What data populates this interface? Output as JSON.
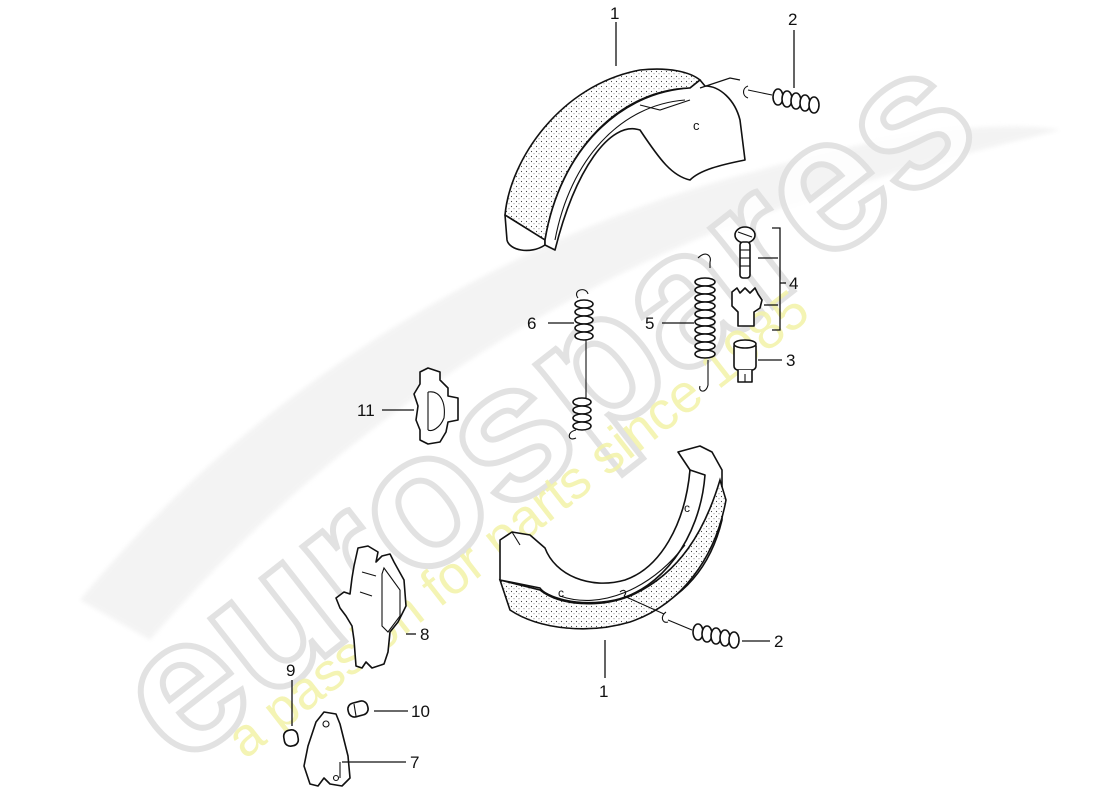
{
  "diagram": {
    "title": "Parking brake shoes exploded parts diagram",
    "watermark": {
      "brand": "eurospares",
      "tagline": "a passion for parts since 1985",
      "brand_color": "#e6e6e6",
      "tagline_color": "#f4f4b0"
    },
    "callouts": [
      {
        "id": "c1-top",
        "label": "1",
        "part": "brake shoe (upper)"
      },
      {
        "id": "c2-top",
        "label": "2",
        "part": "hold-down spring (upper)"
      },
      {
        "id": "c3",
        "label": "3",
        "part": "adjuster sleeve"
      },
      {
        "id": "c4",
        "label": "4",
        "part": "adjuster screw and star wheel"
      },
      {
        "id": "c5",
        "label": "5",
        "part": "return spring"
      },
      {
        "id": "c6",
        "label": "6",
        "part": "return spring (long)"
      },
      {
        "id": "c7",
        "label": "7",
        "part": "lever"
      },
      {
        "id": "c8",
        "label": "8",
        "part": "expander lever"
      },
      {
        "id": "c9",
        "label": "9",
        "part": "pin"
      },
      {
        "id": "c10",
        "label": "10",
        "part": "pin"
      },
      {
        "id": "c11",
        "label": "11",
        "part": "clip"
      },
      {
        "id": "c1-bottom",
        "label": "1",
        "part": "brake shoe (lower)"
      },
      {
        "id": "c2-bottom",
        "label": "2",
        "part": "hold-down spring (lower)"
      }
    ]
  }
}
